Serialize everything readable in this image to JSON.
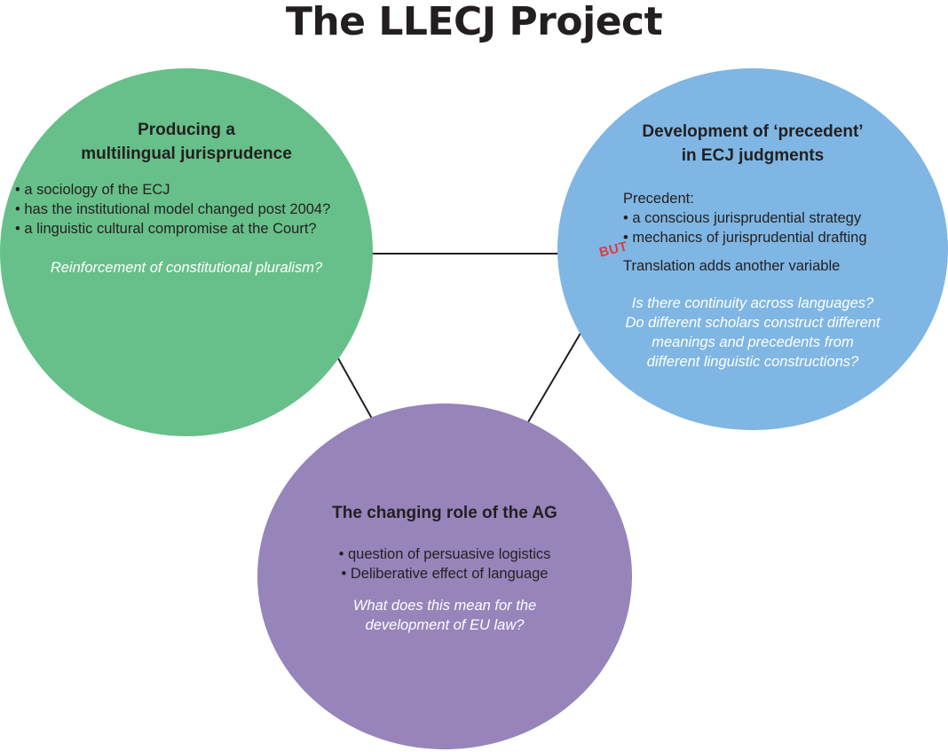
{
  "title": "The LLECJ Project",
  "colors": {
    "green": "#67c089",
    "blue": "#7fb6e3",
    "purple": "#9684bb",
    "connector": "#231f20",
    "but_red": "#e03a3e"
  },
  "nodes": {
    "multilingual": {
      "title_lines": [
        "Producing a",
        "multilingual jurisprudence"
      ],
      "bullets": [
        "a sociology of the ECJ",
        "has the institutional model changed post 2004?",
        "a linguistic cultural compromise at the Court?"
      ],
      "note": "Reinforcement of constitutional pluralism?"
    },
    "precedent": {
      "title_lines": [
        "Development of ‘precedent’",
        "in ECJ judgments"
      ],
      "sub_label": "Precedent:",
      "bullets": [
        "a conscious jurisprudential strategy",
        "mechanics of jurisprudential drafting"
      ],
      "but_label": "BUT",
      "translation": "Translation adds another variable",
      "note_lines": [
        "Is there continuity across languages?",
        "Do different scholars construct different",
        "meanings and precedents from",
        "different linguistic constructions?"
      ]
    },
    "ag_role": {
      "title": "The changing role of the AG",
      "bullets": [
        "question of persuasive logistics",
        "Deliberative effect of language"
      ],
      "note_lines": [
        "What does this mean for the",
        "development of EU law?"
      ]
    }
  },
  "edges": [
    {
      "from": "multilingual",
      "to": "precedent"
    },
    {
      "from": "multilingual",
      "to": "ag_role"
    },
    {
      "from": "precedent",
      "to": "ag_role"
    }
  ]
}
